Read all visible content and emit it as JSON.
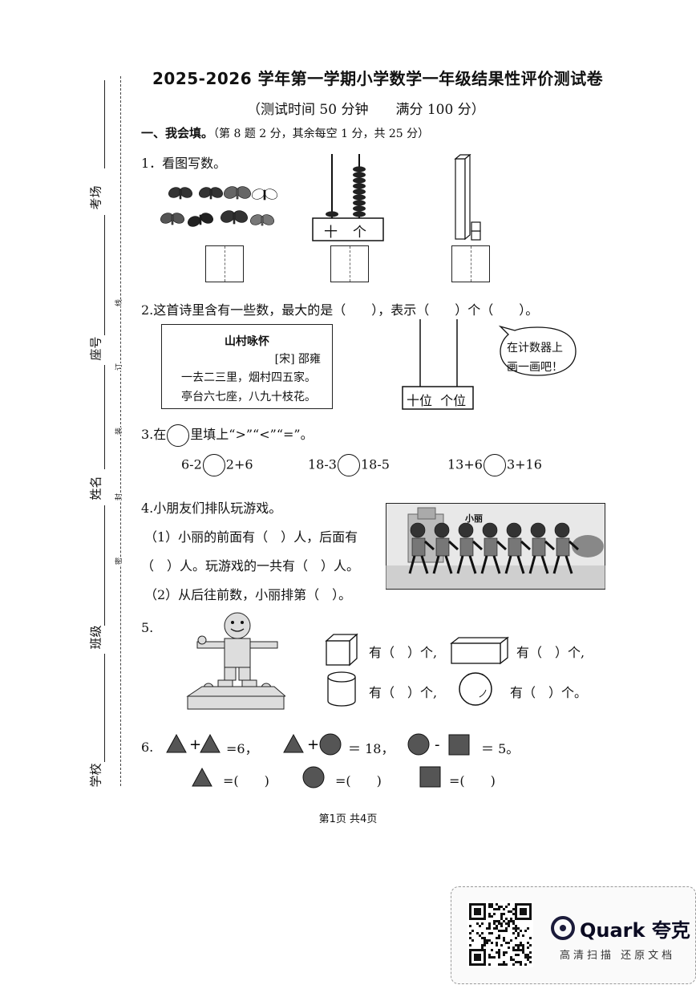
{
  "page": {
    "title": "2025-2026 学年第一学期小学数学一年级结果性评价测试卷",
    "subtitle": "（测试时间 50 分钟　　满分 100 分）",
    "footer": "第1页  共4页"
  },
  "side_margin": {
    "labels": [
      "考场",
      "座号",
      "姓名",
      "班级",
      "学校"
    ],
    "binding_marks": [
      "线",
      "订",
      "装",
      "封",
      "密"
    ]
  },
  "section1": {
    "heading": "一、我会填。",
    "note": "（第 8 题 2 分，其余每空 1 分，共 25 分）"
  },
  "q1": {
    "text": "1．看图写数。",
    "abacus_labels": [
      "十",
      "个"
    ],
    "abacus_beads": {
      "tens": 1,
      "ones": 9
    },
    "blocks": {
      "tens_rods": 1,
      "ones_cubes": 2
    },
    "butterflies": 8
  },
  "q2": {
    "text": "2.这首诗里含有一些数，最大的是（　　），表示（　　）个（　　）。",
    "poem_title": "山村咏怀",
    "poem_author": "[宋] 邵雍",
    "poem_line1": "一去二三里，烟村四五家。",
    "poem_line2": "亭台六七座，八九十枝花。",
    "counter_labels": "十位  个位",
    "bubble": "在计数器上画一画吧！"
  },
  "q3": {
    "text_prefix": "3.在",
    "text_suffix": "里填上“>”“<”“=”。",
    "items": [
      {
        "left": "6-2",
        "right": "2+6"
      },
      {
        "left": "18-3",
        "right": "18-5"
      },
      {
        "left": "13+6",
        "right": "3+16"
      }
    ]
  },
  "q4": {
    "text": "4.小朋友们排队玩游戏。",
    "line1": "（1）小丽的前面有（　）人，后面有",
    "line2": "（　）人。玩游戏的一共有（　）人。",
    "line3": "（2）从后往前数，小丽排第（　）。",
    "picture_label": "小丽"
  },
  "q5": {
    "num": "5.",
    "cube": "有（　）个,",
    "cuboid": "有（　）个,",
    "cylinder": "有（　）个,",
    "sphere": "有（　）个。"
  },
  "q6": {
    "num": "6.",
    "eq1": "=6，",
    "eq2": "＝ 18，",
    "eq3": "＝ 5。",
    "ans": "=(　　)",
    "colors": {
      "shape_fill": "#555555"
    }
  },
  "scanner": {
    "brand": "Quark 夸克",
    "tagline": "高清扫描  还原文档"
  }
}
